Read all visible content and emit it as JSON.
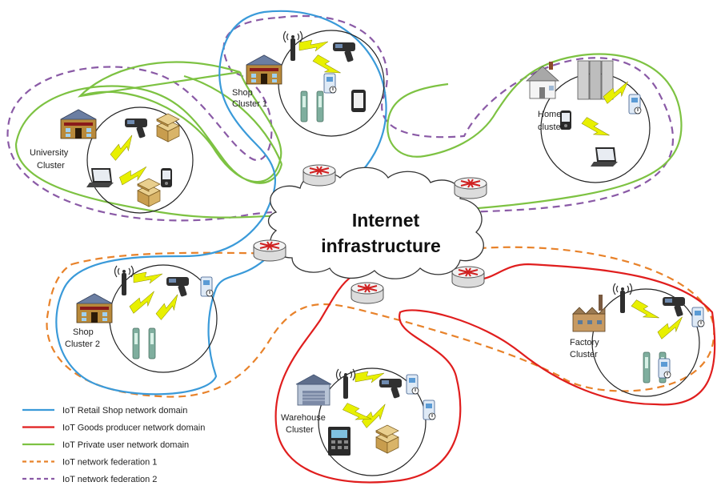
{
  "colors": {
    "retail_shop": "#3a9ad9",
    "goods_producer": "#e01e1e",
    "private_user": "#7dc242",
    "federation_1": "#e8822a",
    "federation_2": "#8a5aa6",
    "zigzag": "#e8f000"
  },
  "internet": {
    "line1": "Internet",
    "line2": "infrastructure"
  },
  "clusters": {
    "shop1": {
      "line1": "Shop",
      "line2": "Cluster 1"
    },
    "university": {
      "line1": "University",
      "line2": "Cluster"
    },
    "home": {
      "line1": "Home",
      "line2": "cluster"
    },
    "shop2": {
      "line1": "Shop",
      "line2": "Cluster 2"
    },
    "factory": {
      "line1": "Factory",
      "line2": "Cluster"
    },
    "warehouse": {
      "line1": "Warehouse",
      "line2": "Cluster"
    }
  },
  "legend": [
    {
      "label": "IoT Retail Shop network domain",
      "color": "#3a9ad9",
      "style": "solid"
    },
    {
      "label": "IoT Goods producer network domain",
      "color": "#e01e1e",
      "style": "solid"
    },
    {
      "label": "IoT Private user network domain",
      "color": "#7dc242",
      "style": "solid"
    },
    {
      "label": "IoT network federation 1",
      "color": "#e8822a",
      "style": "dashed"
    },
    {
      "label": "IoT network federation 2",
      "color": "#8a5aa6",
      "style": "dashed"
    }
  ],
  "icons": [
    "router-icon",
    "rfid-reader-icon",
    "antenna-icon",
    "laptop-icon",
    "tablet-icon",
    "pda-icon",
    "building-icon",
    "house-icon",
    "factory-icon",
    "warehouse-icon",
    "package-icon",
    "rfid-gate-icon",
    "rfid-tag-icon",
    "server-icon",
    "keypad-icon"
  ]
}
